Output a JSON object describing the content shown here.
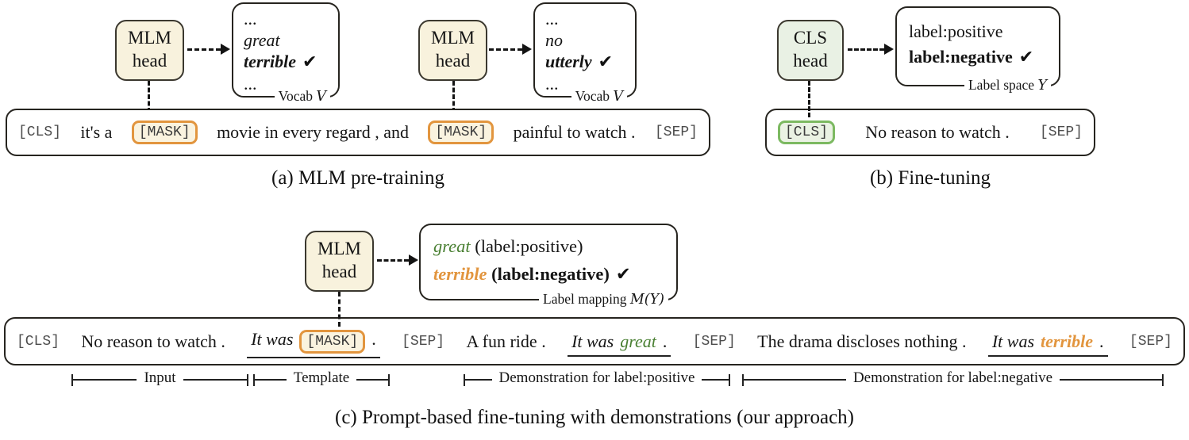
{
  "colors": {
    "cream_fill": "#f8f2dd",
    "orange_border": "#e2953e",
    "green_fill": "#e9f1e4",
    "green_border": "#7cb961",
    "green_text": "#4a8033",
    "orange_text": "#e2953e",
    "box_border": "#26241f",
    "mono_token_text": "#4d4d4d"
  },
  "panel_a": {
    "caption": "(a) MLM pre-training",
    "head1": {
      "line1": "MLM",
      "line2": "head"
    },
    "head2": {
      "line1": "MLM",
      "line2": "head"
    },
    "vocab1": {
      "dots_top": "...",
      "word_plain": "great",
      "word_bold": "terrible",
      "check": "✔",
      "dots_bottom": "...",
      "tag": "Vocab",
      "tag_symbol": "V"
    },
    "vocab2": {
      "dots_top": "...",
      "word_plain": "no",
      "word_bold": "utterly",
      "check": "✔",
      "dots_bottom": "...",
      "tag": "Vocab",
      "tag_symbol": "V"
    },
    "sentence": {
      "cls": "[CLS]",
      "seg1": "it's a",
      "mask1": "[MASK]",
      "seg2": "movie in every regard , and",
      "mask2": "[MASK]",
      "seg3": "painful to watch .",
      "sep": "[SEP]"
    }
  },
  "panel_b": {
    "caption": "(b) Fine-tuning",
    "head": {
      "line1": "CLS",
      "line2": "head"
    },
    "label_box": {
      "row1": "label:positive",
      "row2": "label:negative",
      "check": "✔",
      "tag": "Label space",
      "tag_symbol": "Y"
    },
    "sentence": {
      "cls": "[CLS]",
      "seg1": "No reason to watch .",
      "sep": "[SEP]"
    }
  },
  "panel_c": {
    "caption": "(c) Prompt-based fine-tuning with demonstrations (our approach)",
    "head": {
      "line1": "MLM",
      "line2": "head"
    },
    "mapping_box": {
      "row1_word": "great",
      "row1_label": "(label:positive)",
      "row2_word": "terrible",
      "row2_label": "(label:negative)",
      "check": "✔",
      "tag": "Label mapping",
      "tag_symbol": "M(Y)"
    },
    "sentence": {
      "cls": "[CLS]",
      "input": "No reason to watch .",
      "tpl_prefix": "It was",
      "mask": "[MASK]",
      "tpl_period": ".",
      "sep1": "[SEP]",
      "demo_pos": "A fun ride .",
      "pos_prefix": "It was",
      "pos_word": "great",
      "pos_period": ".",
      "sep2": "[SEP]",
      "demo_neg": "The drama discloses nothing .",
      "neg_prefix": "It was",
      "neg_word": "terrible",
      "neg_period": ".",
      "sep3": "[SEP]"
    },
    "brackets": {
      "input": "Input",
      "template": "Template",
      "demo_pos": "Demonstration for label:positive",
      "demo_neg": "Demonstration for label:negative"
    }
  }
}
